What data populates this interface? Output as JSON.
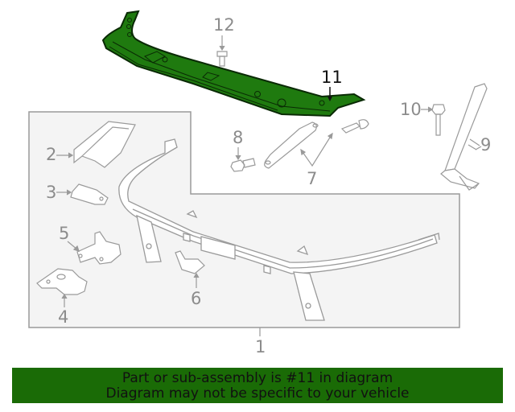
{
  "diagram": {
    "highlighted_part": "11",
    "highlight_color": "#1f7a0f",
    "outline_color": "#9a9a9a",
    "group_box_fill": "#f4f4f4",
    "callouts": [
      {
        "id": "1",
        "label": "1"
      },
      {
        "id": "2",
        "label": "2"
      },
      {
        "id": "3",
        "label": "3"
      },
      {
        "id": "4",
        "label": "4"
      },
      {
        "id": "5",
        "label": "5"
      },
      {
        "id": "6",
        "label": "6"
      },
      {
        "id": "7",
        "label": "7"
      },
      {
        "id": "8",
        "label": "8"
      },
      {
        "id": "9",
        "label": "9"
      },
      {
        "id": "10",
        "label": "10"
      },
      {
        "id": "11",
        "label": "11"
      },
      {
        "id": "12",
        "label": "12"
      }
    ]
  },
  "banner": {
    "line1": "Part or sub-assembly is #11 in diagram",
    "line2": "Diagram may not be specific to your vehicle",
    "background": "#1a6b06"
  }
}
